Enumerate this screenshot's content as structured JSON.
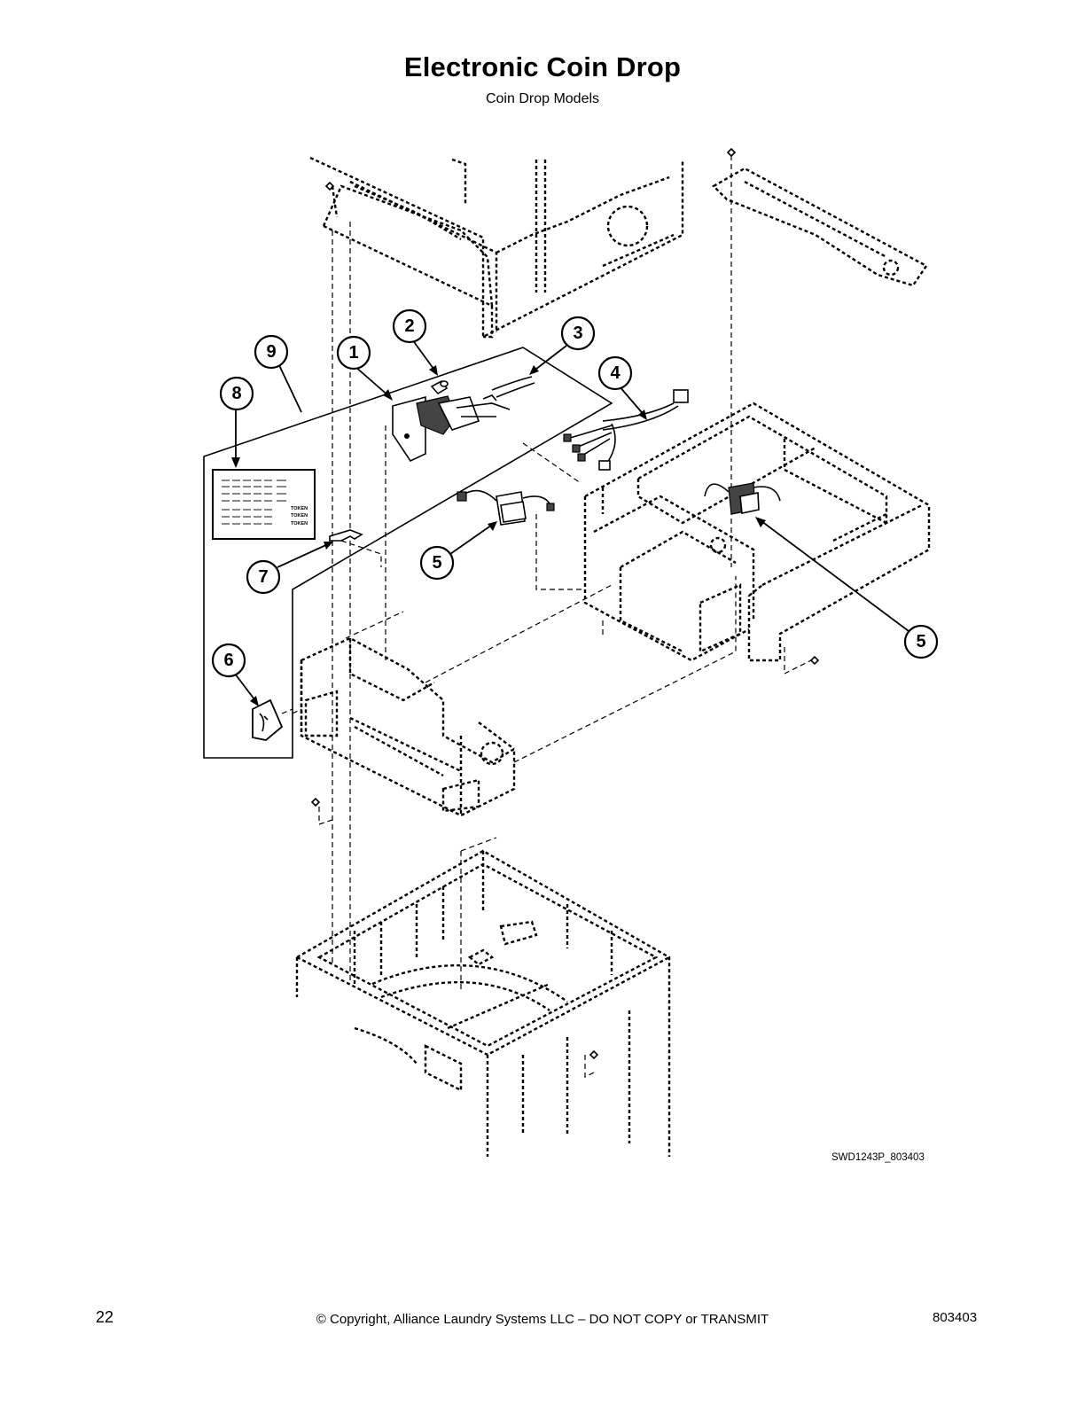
{
  "header": {
    "title": "Electronic Coin Drop",
    "subtitle": "Coin Drop Models"
  },
  "diagram": {
    "drawing_id": "SWD1243P_803403",
    "callouts": [
      "1",
      "2",
      "3",
      "4",
      "5",
      "5",
      "6",
      "7",
      "8",
      "9"
    ],
    "label_text": [
      "TOKEN",
      "TOKEN",
      "TOKEN"
    ]
  },
  "footer": {
    "page_number": "22",
    "copyright": "© Copyright, Alliance Laundry Systems LLC – DO NOT COPY or TRANSMIT",
    "doc_number": "803403"
  }
}
